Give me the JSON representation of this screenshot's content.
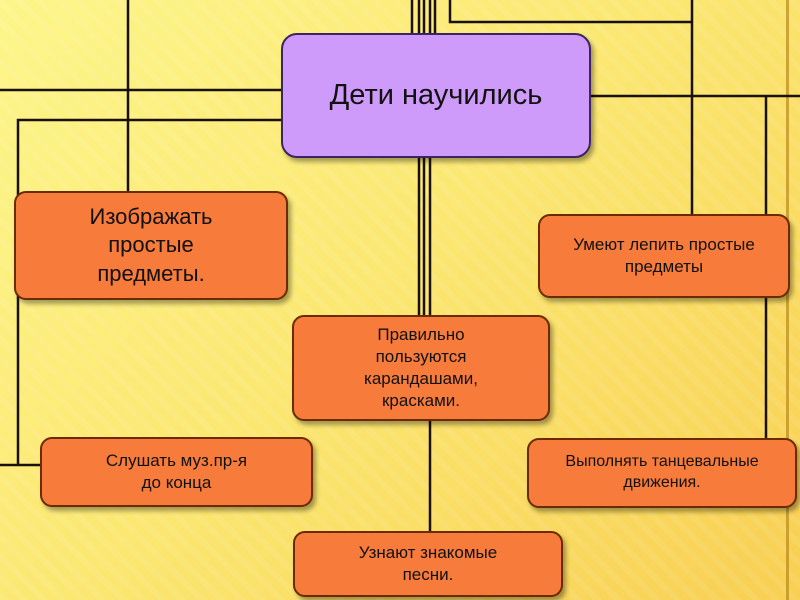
{
  "diagram": {
    "central": {
      "text": "Дети научились"
    },
    "nodes": [
      {
        "id": "draw",
        "text": "Изображать\nпростые\nпредметы."
      },
      {
        "id": "sculpt",
        "text": "Умеют лепить простые\nпредметы"
      },
      {
        "id": "pencils",
        "text": "Правильно\nпользуются\nкарандашами,\nкрасками."
      },
      {
        "id": "listen",
        "text": "Слушать муз.пр-я\nдо конца"
      },
      {
        "id": "dance",
        "text": "Выполнять танцевальные\nдвижения."
      },
      {
        "id": "songs",
        "text": "Узнают знакомые\nпесни."
      }
    ]
  },
  "colors": {
    "background_top": "#fdf58a",
    "background_bottom": "#f8cf52",
    "central_fill": "#cf9bfb",
    "node_fill": "#f77b3a",
    "connector": "#1a1000"
  }
}
